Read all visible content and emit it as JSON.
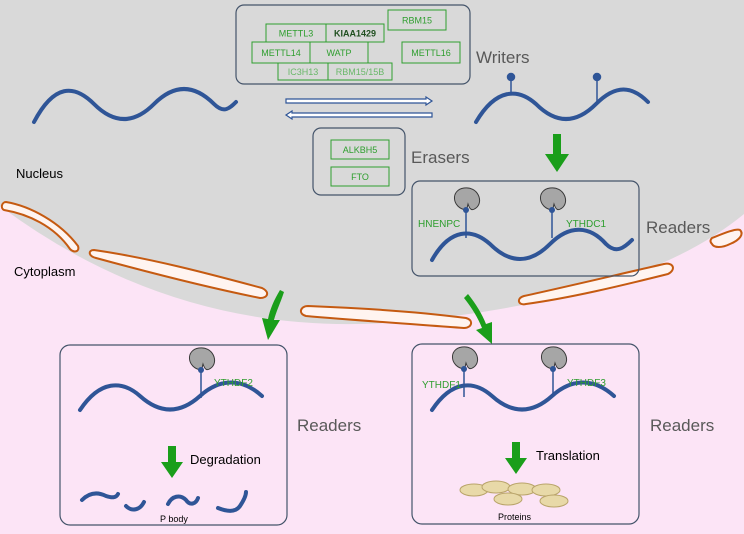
{
  "compartments": {
    "nucleus": "Nucleus",
    "cytoplasm": "Cytoplasm"
  },
  "writers": {
    "title": "Writers",
    "proteins": [
      "METTL3",
      "KIAA1429",
      "RBM15",
      "METTL14",
      "WATP",
      "METTL16",
      "IC3H13",
      "RBM15/15B"
    ]
  },
  "erasers": {
    "title": "Erasers",
    "proteins": [
      "ALKBH5",
      "FTO"
    ]
  },
  "nuclear_readers": {
    "title": "Readers",
    "proteins": [
      "HNENPC",
      "YTHDC1"
    ]
  },
  "degradation_readers": {
    "title": "Readers",
    "protein": "YTHDF2",
    "process": "Degradation",
    "site": "P body"
  },
  "translation_readers": {
    "title": "Readers",
    "proteins": [
      "YTHDF1",
      "YTHDF3"
    ],
    "process": "Translation",
    "product": "Proteins"
  },
  "colors": {
    "nucleus_bg": "#d9d9d9",
    "cytoplasm_bg": "#fce4f6",
    "rna": "#2f5597",
    "protein_green": "#2e9e2e",
    "arrow_green": "#1a9e1a",
    "er_membrane": "#c55a11",
    "reader_blob": "#a6a6a6",
    "box_border": "#44546a",
    "title_gray": "#595959"
  }
}
